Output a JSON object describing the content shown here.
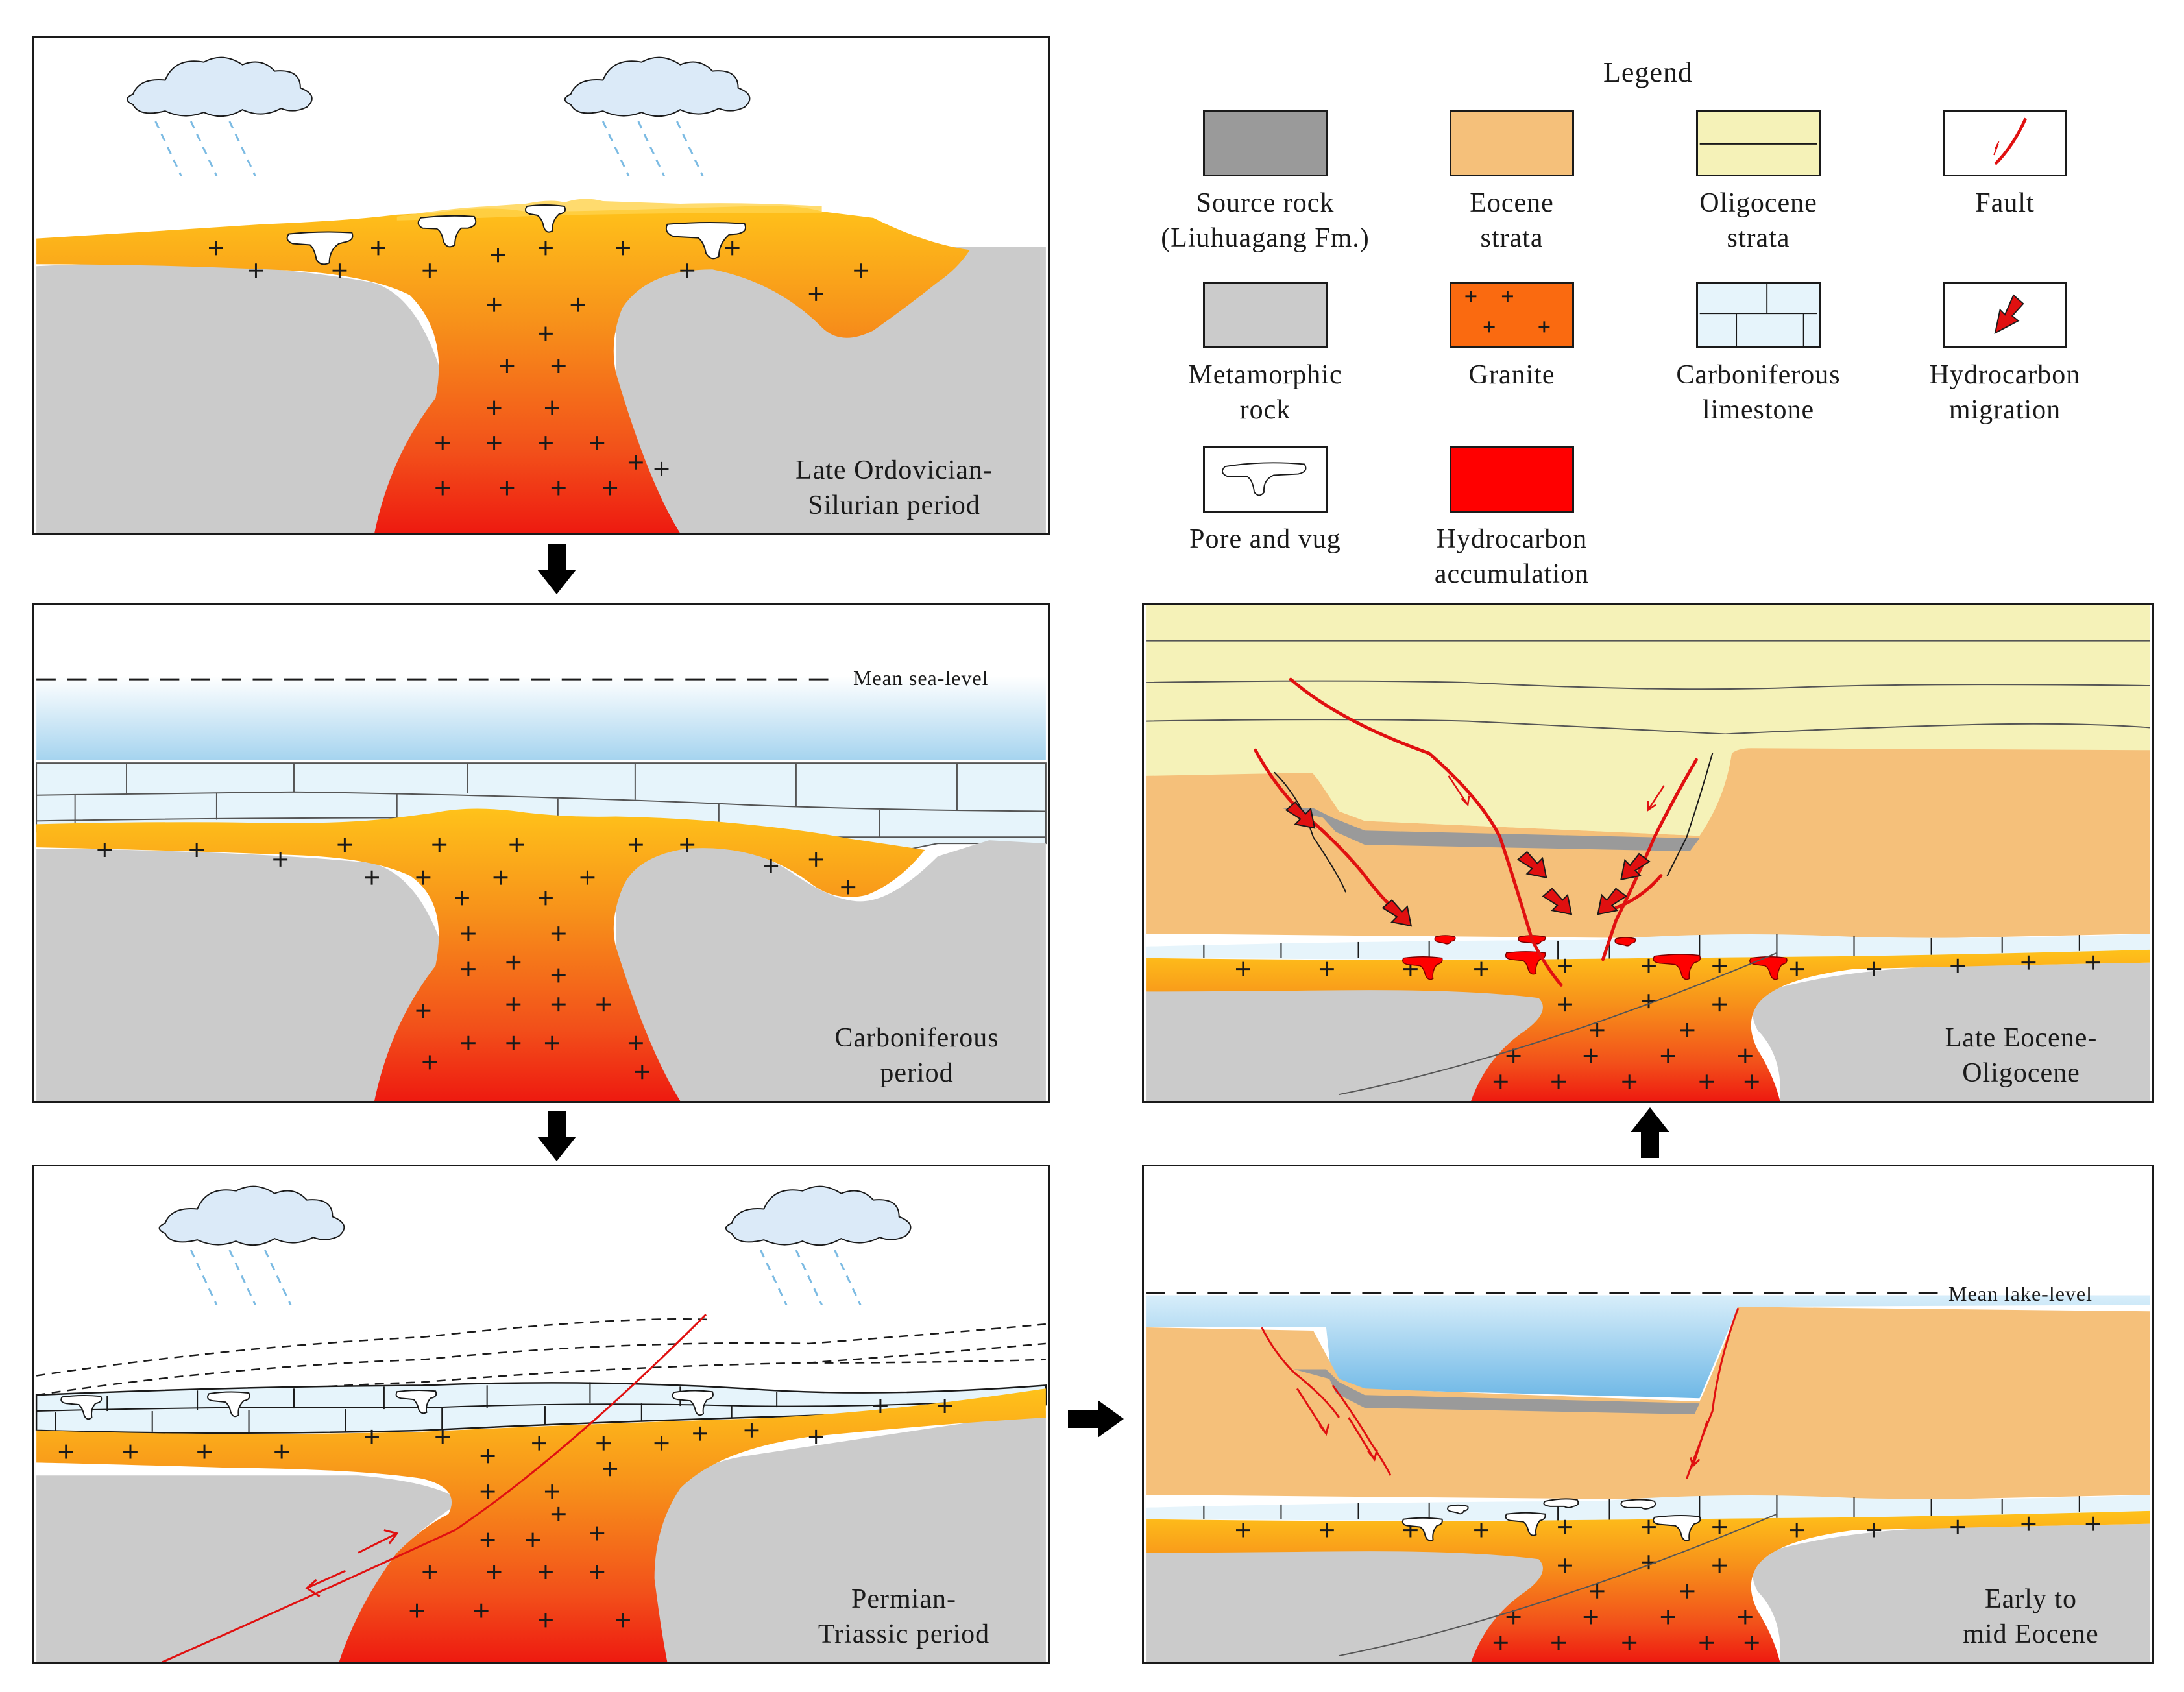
{
  "legend": {
    "title": "Legend",
    "items": [
      {
        "key": "source_rock",
        "lines": [
          "Source rock",
          "(Liuhuagang Fm.)"
        ],
        "color": "#9a9a9a"
      },
      {
        "key": "eocene",
        "lines": [
          "Eocene",
          "strata"
        ],
        "color": "#f5c07a"
      },
      {
        "key": "oligocene",
        "lines": [
          "Oligocene",
          "strata"
        ],
        "color": "#f5f2b8"
      },
      {
        "key": "fault",
        "lines": [
          "Fault"
        ],
        "color": "#e01010"
      },
      {
        "key": "metamorphic",
        "lines": [
          "Metamorphic",
          "rock"
        ],
        "color": "#cbcbcb"
      },
      {
        "key": "granite",
        "lines": [
          "Granite"
        ],
        "color": "#fa6a10"
      },
      {
        "key": "limestone",
        "lines": [
          "Carboniferous",
          "limestone"
        ],
        "color": "#e6f4fb"
      },
      {
        "key": "migration",
        "lines": [
          "Hydrocarbon",
          "migration"
        ],
        "color": "#e01010"
      },
      {
        "key": "pore",
        "lines": [
          "Pore and vug"
        ],
        "color": "#ffffff"
      },
      {
        "key": "accumulation",
        "lines": [
          "Hydrocarbon",
          "accumulation"
        ],
        "color": "#ff0000"
      }
    ]
  },
  "panels": {
    "p1": {
      "label": [
        "Late Ordovician-",
        "Silurian period"
      ]
    },
    "p2": {
      "label": [
        "Carboniferous",
        "period"
      ],
      "level": "Mean sea-level"
    },
    "p3": {
      "label": [
        "Permian-",
        "Triassic period"
      ]
    },
    "p4": {
      "label": [
        "Early to",
        "mid Eocene"
      ],
      "level": "Mean lake-level"
    },
    "p5": {
      "label": [
        "Late Eocene-",
        "Oligocene"
      ]
    }
  },
  "colors": {
    "metamorphic": "#cbcbcb",
    "granite_top": "#ffc21a",
    "granite_mid": "#f58a12",
    "granite_bottom": "#f01a10",
    "limestone": "#e6f4fb",
    "water": "#a6d4ef",
    "eocene": "#f5c07a",
    "oligocene": "#f5f2b8",
    "source_rock": "#9a9a9a",
    "fault": "#e01010",
    "cloud": "#dbeaf8"
  }
}
